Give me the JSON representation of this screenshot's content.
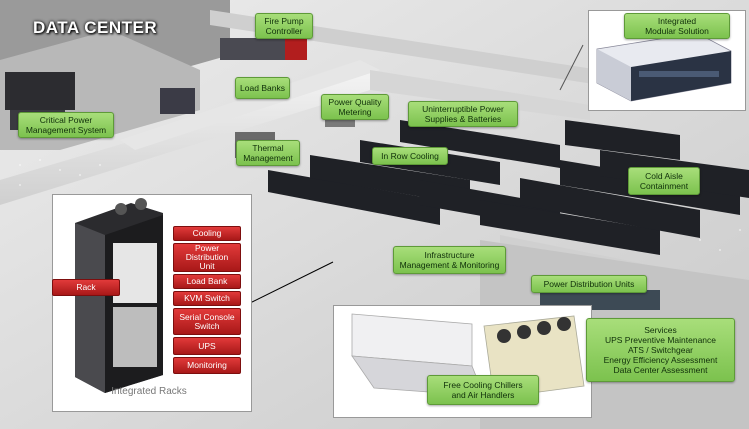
{
  "title": "DATA CENTER",
  "labels": {
    "fire_pump": "Fire Pump\nController",
    "integrated_modular": "Integrated\nModular Solution",
    "load_banks": "Load Banks",
    "critical_power": "Critical Power\nManagement System",
    "power_quality": "Power Quality\nMetering",
    "ups_batteries": "Uninterruptible Power\nSupplies & Batteries",
    "thermal": "Thermal\nManagement",
    "in_row_cooling": "In Row Cooling",
    "cold_aisle": "Cold Aisle\nContainment",
    "infrastructure": "Infrastructure\nManagement &  Monitoring",
    "pdu": "Power Distribution Units",
    "free_cooling": "Free Cooling Chillers\nand Air Handlers",
    "services": "Services\nUPS Preventive Maintenance\nATS / Switchgear\nEnergy Efficiency Assessment\nData Center Assessment"
  },
  "integrated_racks": {
    "caption": "Integrated Racks",
    "rack_label": "Rack",
    "items": [
      "Cooling",
      "Power\nDistribution\nUnit",
      "Load Bank",
      "KVM Switch",
      "Serial Console\nSwitch",
      "UPS",
      "Monitoring"
    ]
  }
}
